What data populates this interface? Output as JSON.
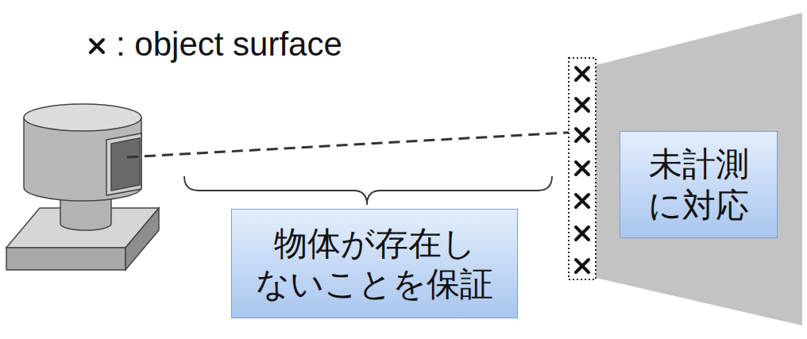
{
  "diagram": {
    "nodes": [
      {
        "text": [
          "物体が存在し ないことを保証"
        ]
      },
      {
        "text": [
          "未計測 に対応"
        ]
      }
    ],
    "legend": [
      {
        "text": ": object surface"
      }
    ]
  }
}
